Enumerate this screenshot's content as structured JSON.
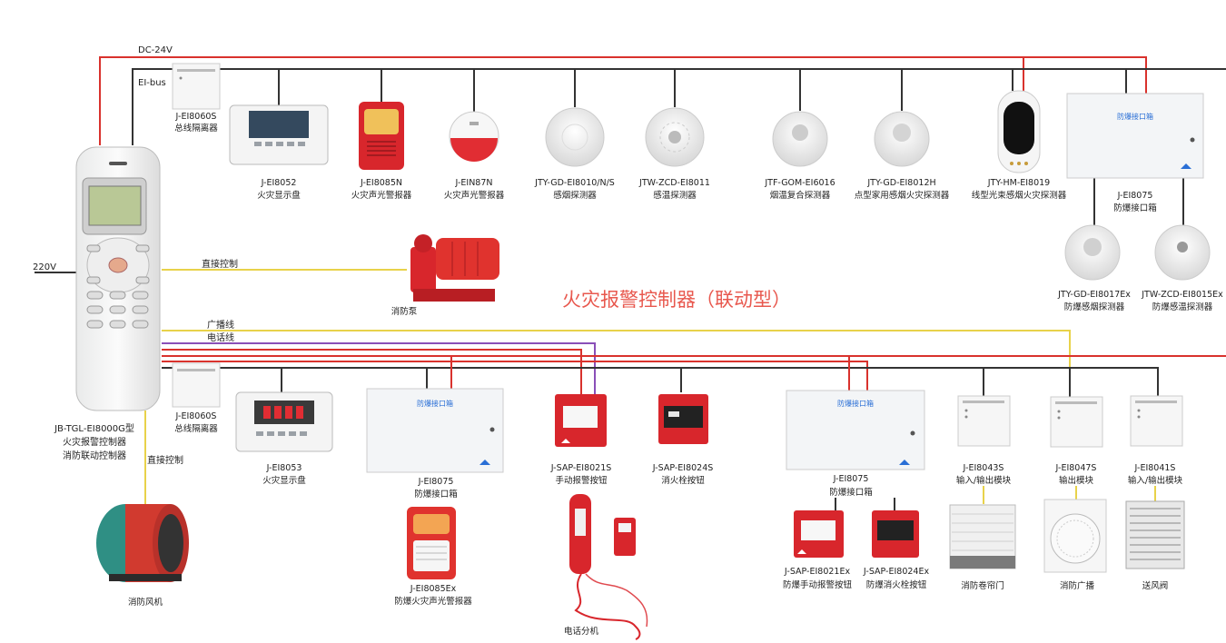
{
  "title": "火灾报警控制器（联动型）",
  "lines": {
    "dc24v": "DC-24V",
    "eibus": "EI-bus",
    "v220": "220V",
    "direct_control_top": "直接控制",
    "broadcast": "广播线",
    "phone": "电话线",
    "direct_control_bottom": "直接控制"
  },
  "colors": {
    "power": "#d9322d",
    "bus": "#333333",
    "broadcast": "#e8d24a",
    "phone": "#8a4fb8",
    "device_red": "#d8262c",
    "panel": "#f1f3f5"
  },
  "controller": {
    "model": "JB-TGL-EI8000G型",
    "name1": "火灾报警控制器",
    "name2": "消防联动控制器"
  },
  "devices_top": [
    {
      "model": "J-EI8060S",
      "name": "总线隔离器"
    },
    {
      "model": "J-EI8052",
      "name": "火灾显示盘"
    },
    {
      "model": "J-EI8085N",
      "name": "火灾声光警报器"
    },
    {
      "model": "J-EIN87N",
      "name": "火灾声光警报器"
    },
    {
      "model": "JTY-GD-EI8010/N/S",
      "name": "感烟探测器"
    },
    {
      "model": "JTW-ZCD-EI8011",
      "name": "感温探测器"
    },
    {
      "model": "JTF-GOM-EI6016",
      "name": "烟温复合探测器"
    },
    {
      "model": "JTY-GD-EI8012H",
      "name": "点型家用感烟火灾探测器"
    },
    {
      "model": "JTY-HM-EI8019",
      "name": "线型光束感烟火灾探测器"
    },
    {
      "model": "J-EI8075",
      "name": "防爆接口箱"
    },
    {
      "model": "JTY-GD-EI8017Ex",
      "name": "防爆感烟探测器"
    },
    {
      "model": "JTW-ZCD-EI8015Ex",
      "name": "防爆感温探测器"
    }
  ],
  "pump": {
    "name": "消防泵"
  },
  "devices_bottom": [
    {
      "model": "J-EI8060S",
      "name": "总线隔离器"
    },
    {
      "model": "J-EI8053",
      "name": "火灾显示盘"
    },
    {
      "model": "J-EI8075",
      "name": "防爆接口箱"
    },
    {
      "model": "J-EI8085Ex",
      "name": "防爆火灾声光警报器"
    },
    {
      "model": "J-SAP-EI8021S",
      "name": "手动报警按钮"
    },
    {
      "model": "J-SAP-EI8024S",
      "name": "消火栓按钮"
    },
    {
      "model": "J-EI8075",
      "name": "防爆接口箱"
    },
    {
      "model": "J-SAP-EI8021Ex",
      "name": "防爆手动报警按钮"
    },
    {
      "model": "J-SAP-EI8024Ex",
      "name": "防爆消火栓按钮"
    },
    {
      "model": "J-EI8043S",
      "name": "输入/输出模块"
    },
    {
      "model": "J-EI8047S",
      "name": "输出模块"
    },
    {
      "model": "J-EI8041S",
      "name": "输入/输出模块"
    }
  ],
  "phone_handset": {
    "name": "电话分机"
  },
  "fan": {
    "name": "消防风机"
  },
  "endpoints": [
    {
      "name": "消防卷帘门"
    },
    {
      "name": "消防广播"
    },
    {
      "name": "送风阀"
    }
  ],
  "box_label": "防爆接口箱"
}
